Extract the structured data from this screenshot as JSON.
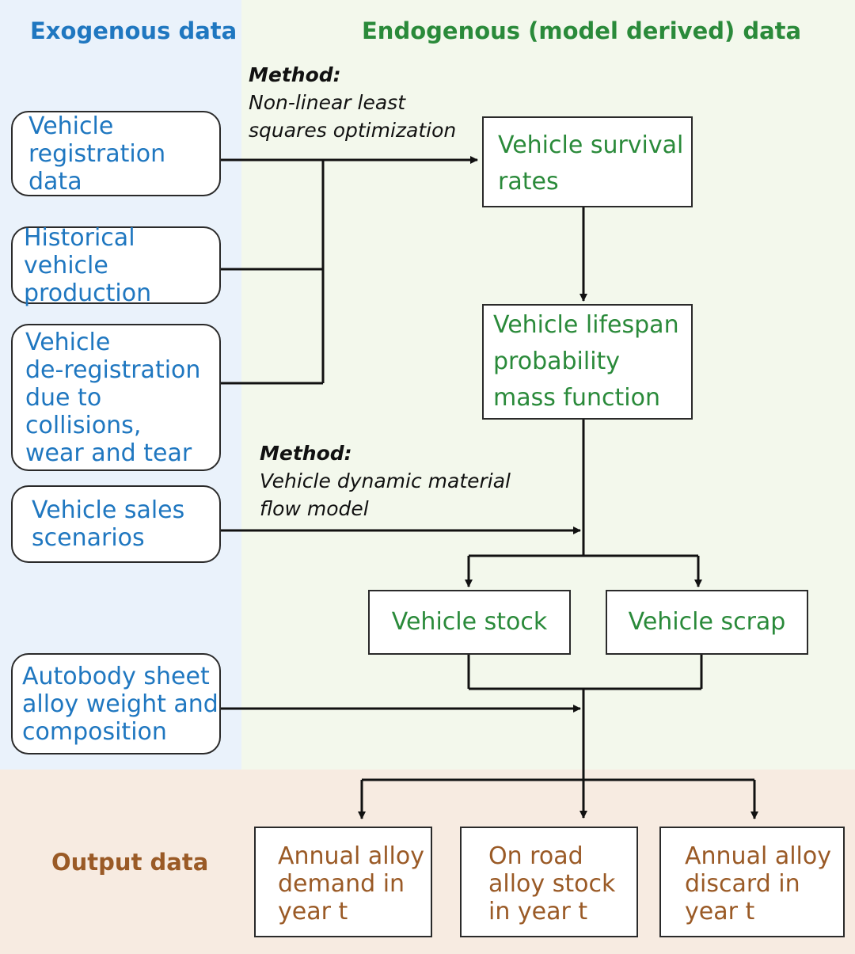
{
  "headers": {
    "exogenous": "Exogenous data",
    "endogenous": "Endogenous (model derived) data",
    "output": "Output data"
  },
  "exogenous_inputs": [
    {
      "lines": [
        "Vehicle",
        "registration data"
      ]
    },
    {
      "lines": [
        "Historical vehicle",
        "production"
      ]
    },
    {
      "lines": [
        "Vehicle",
        "de-registration",
        "due to collisions,",
        "wear and tear"
      ]
    },
    {
      "lines": [
        "Vehicle sales",
        "scenarios"
      ]
    },
    {
      "lines": [
        "Autobody sheet",
        "alloy weight and",
        "composition"
      ]
    }
  ],
  "methods": [
    {
      "heading": "Method:",
      "lines": [
        "Non-linear least",
        "squares optimization"
      ]
    },
    {
      "heading": "Method:",
      "lines": [
        "Vehicle dynamic material",
        "flow model"
      ]
    }
  ],
  "endogenous": {
    "survival": [
      "Vehicle survival",
      "rates"
    ],
    "lifespan": [
      "Vehicle lifespan",
      "probability",
      "mass function"
    ],
    "stock": "Vehicle stock",
    "scrap": "Vehicle scrap"
  },
  "outputs": [
    {
      "lines": [
        "Annual alloy",
        "demand in",
        "year t"
      ]
    },
    {
      "lines": [
        "On road",
        "alloy stock",
        "in year t"
      ]
    },
    {
      "lines": [
        "Annual alloy",
        "discard in",
        "year t"
      ]
    }
  ],
  "colors": {
    "exogenous": "#1f77c0",
    "endogenous": "#2a8a3a",
    "output": "#9a5a26"
  }
}
